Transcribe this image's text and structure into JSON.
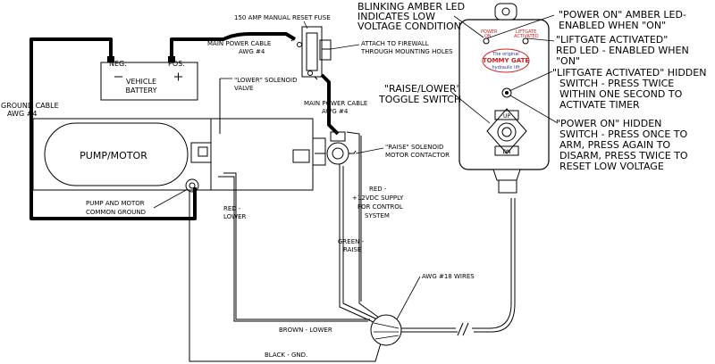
{
  "labels": {
    "fuse": "150 AMP MANUAL RESET FUSE",
    "main_cable_top_1": "MAIN POWER CABLE",
    "main_cable_top_2": "AWG #4",
    "attach_1": "ATTACH TO FIREWALL",
    "attach_2": "THROUGH MOUNTING HOLES",
    "neg": "NEG.",
    "pos": "POS.",
    "vehicle_1": "VEHICLE",
    "vehicle_2": "BATTERY",
    "ground_cable_1": "GROUND CABLE",
    "ground_cable_2": "AWG #4",
    "lower_valve_1": "\"LOWER\" SOLENOID",
    "lower_valve_2": "VALVE",
    "main_cable_mid_1": "MAIN POWER CABLE",
    "main_cable_mid_2": "AWG #4",
    "pump_motor": "PUMP/MOTOR",
    "raise_sol_1": "\"RAISE\" SOLENOID",
    "raise_sol_2": "MOTOR CONTACTOR",
    "pump_ground_1": "PUMP AND MOTOR",
    "pump_ground_2": "COMMON GROUND",
    "red_lower_1": "RED -",
    "red_lower_2": "LOWER",
    "supply_1": "RED -",
    "supply_2": "+12VDC SUPPLY",
    "supply_3": "FOR CONTROL",
    "supply_4": "SYSTEM",
    "green_raise_1": "GREEN -",
    "green_raise_2": "RAISE",
    "awg18": "AWG #18 WIRES",
    "brown_lower": "BROWN - LOWER",
    "black_gnd": "BLACK - GND.",
    "blink_1": "BLINKING AMBER LED",
    "blink_2": "INDICATES LOW",
    "blink_3": "VOLTAGE CONDITION",
    "toggle_1": "\"RAISE/LOWER\"",
    "toggle_2": "TOGGLE SWITCH",
    "power_on_led_1": "\"POWER ON\" AMBER LED-",
    "power_on_led_2": "ENABLED WHEN \"ON\"",
    "liftgate_led_1": "\"LIFTGATE ACTIVATED\"",
    "liftgate_led_2": "RED LED - ENABLED WHEN",
    "liftgate_led_3": "\"ON\"",
    "liftgate_hidden_1": "\"LIFTGATE ACTIVATED\" HIDDEN",
    "liftgate_hidden_2": "SWITCH - PRESS TWICE",
    "liftgate_hidden_3": "WITHIN ONE SECOND TO",
    "liftgate_hidden_4": "ACTIVATE TIMER",
    "power_hidden_1": "\"POWER ON\" HIDDEN",
    "power_hidden_2": "SWITCH - PRESS ONCE TO",
    "power_hidden_3": "ARM, PRESS AGAIN TO",
    "power_hidden_4": "DISARM, PRESS TWICE TO",
    "power_hidden_5": "RESET LOW VOLTAGE"
  },
  "remote": {
    "power_on": "POWER",
    "power_on_2": "ON",
    "liftgate": "LIFTGATE",
    "activated": "ACTIVATED",
    "brand_1": "The original",
    "brand_2": "TOMMY GATE",
    "brand_3": "hydraulic lift",
    "up": "UP",
    "dn": "DN"
  },
  "colors": {
    "remote_red": "#cc2222",
    "remote_blue": "#1a3a9a"
  }
}
